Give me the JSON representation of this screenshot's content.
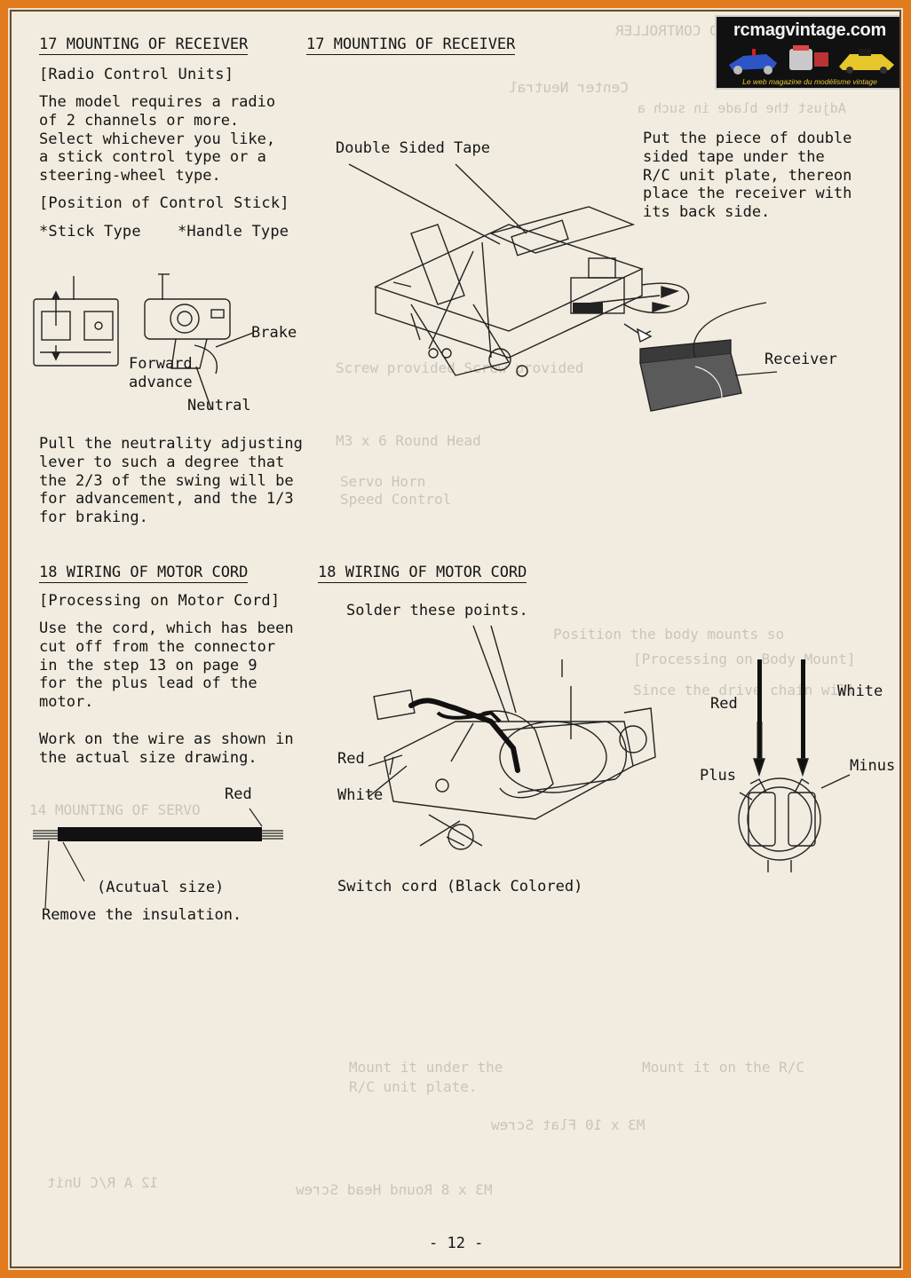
{
  "logo": {
    "site": "rcmagvintage.com",
    "tagline": "Le web magazine du modélisme vintage"
  },
  "left_col": {
    "heading17": "17 MOUNTING OF RECEIVER",
    "sub_radio": "[Radio Control Units]",
    "radio_text": "The model requires a radio\nof 2 channels or more.\nSelect whichever you like,\na stick control type or a\nsteering-wheel type.",
    "sub_position": "[Position of Control Stick]",
    "stick_type": "*Stick Type",
    "handle_type": "*Handle Type",
    "label_brake": "Brake",
    "label_forward": "Forward",
    "label_advance": "advance",
    "label_neutral": "Neutral",
    "neutral_text": "Pull the neutrality adjusting\nlever to such a degree that\nthe 2/3 of the swing will be\nfor advancement, and the 1/3\nfor braking.",
    "heading18": "18 WIRING OF MOTOR CORD",
    "sub_processing": "[Processing on Motor Cord]",
    "cord_text": "Use the cord, which has been\ncut off from the connector\nin the step 13 on page 9\nfor the plus lead of the\nmotor.",
    "work_text": "Work on the wire as shown in\nthe actual size drawing.",
    "label_red": "Red",
    "label_actual": "(Acutual size)",
    "label_remove": "Remove the insulation."
  },
  "right_col": {
    "heading17": "17 MOUNTING OF RECEIVER",
    "label_tape": "Double Sided Tape",
    "tape_text": "Put the piece of double\nsided tape under the\nR/C unit plate, thereon\nplace the receiver with\nits back side.",
    "label_receiver": "Receiver",
    "heading18": "18 WIRING OF MOTOR CORD",
    "label_solder": "Solder these points.",
    "label_red": "Red",
    "label_white": "White",
    "label_switch": "Switch cord (Black Colored)",
    "label_red2": "Red",
    "label_white2": "White",
    "label_plus": "Plus",
    "label_minus": "Minus"
  },
  "page_number": "-  12  -"
}
